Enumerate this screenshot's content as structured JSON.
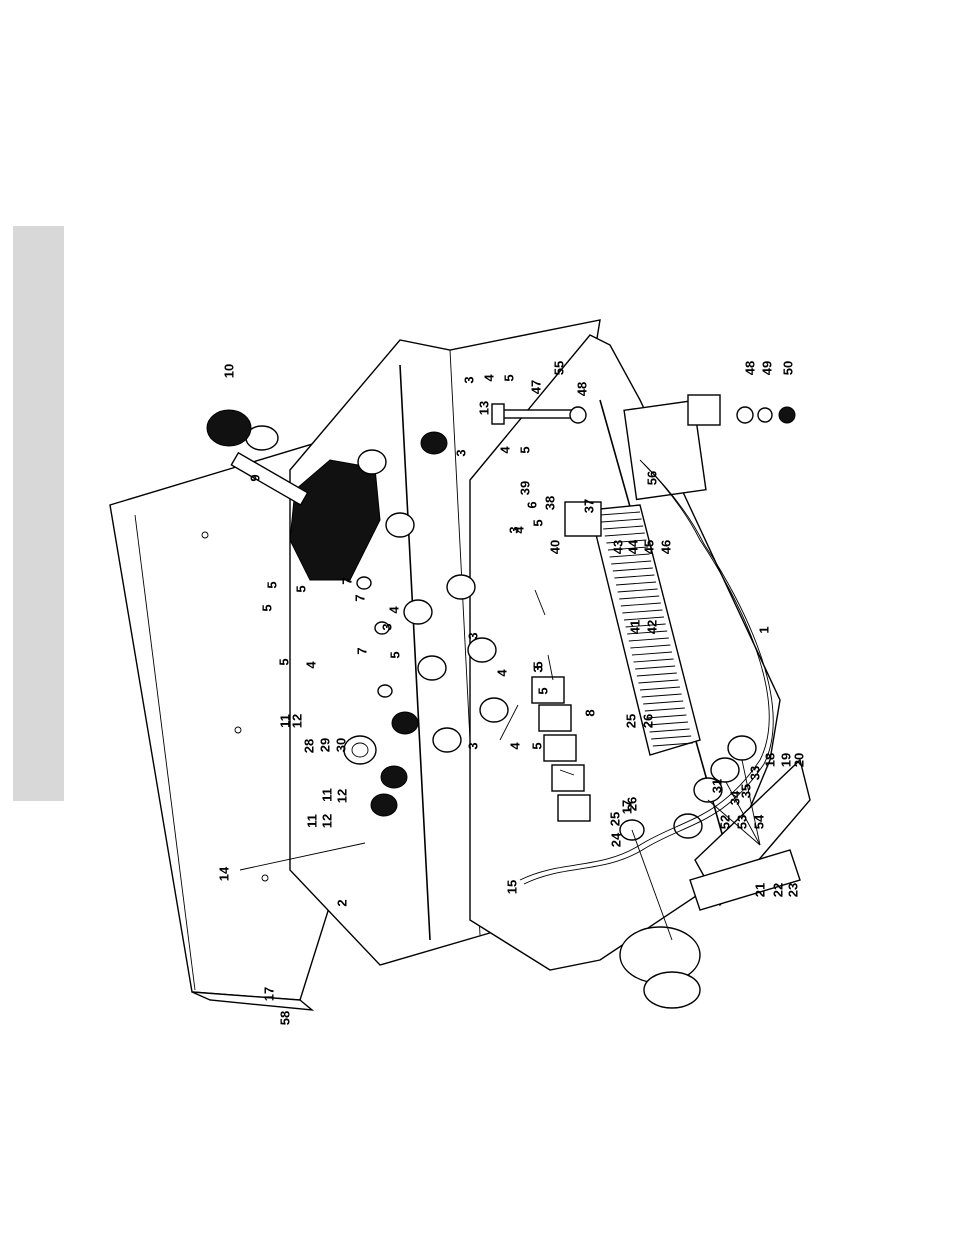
{
  "colors": {
    "side_tab": "#d8d8d8",
    "ink": "#000000",
    "background": "#ffffff"
  },
  "callouts": [
    "1",
    "2",
    "3",
    "3",
    "3",
    "3",
    "3",
    "3",
    "3",
    "4",
    "4",
    "4",
    "4",
    "4",
    "4",
    "4",
    "5",
    "5",
    "5",
    "5",
    "5",
    "5",
    "5",
    "5",
    "5",
    "5",
    "5",
    "6",
    "7",
    "7",
    "7",
    "8",
    "9",
    "10",
    "11",
    "11",
    "11",
    "12",
    "12",
    "12",
    "13",
    "14",
    "15",
    "17",
    "17",
    "18",
    "19",
    "20",
    "21",
    "22",
    "23",
    "24",
    "25",
    "25",
    "26",
    "26",
    "28",
    "29",
    "30",
    "31",
    "33",
    "34",
    "35",
    "37",
    "38",
    "39",
    "40",
    "41",
    "42",
    "43",
    "44",
    "45",
    "46",
    "47",
    "48",
    "48",
    "49",
    "50",
    "52",
    "53",
    "54",
    "55",
    "56",
    "58"
  ]
}
